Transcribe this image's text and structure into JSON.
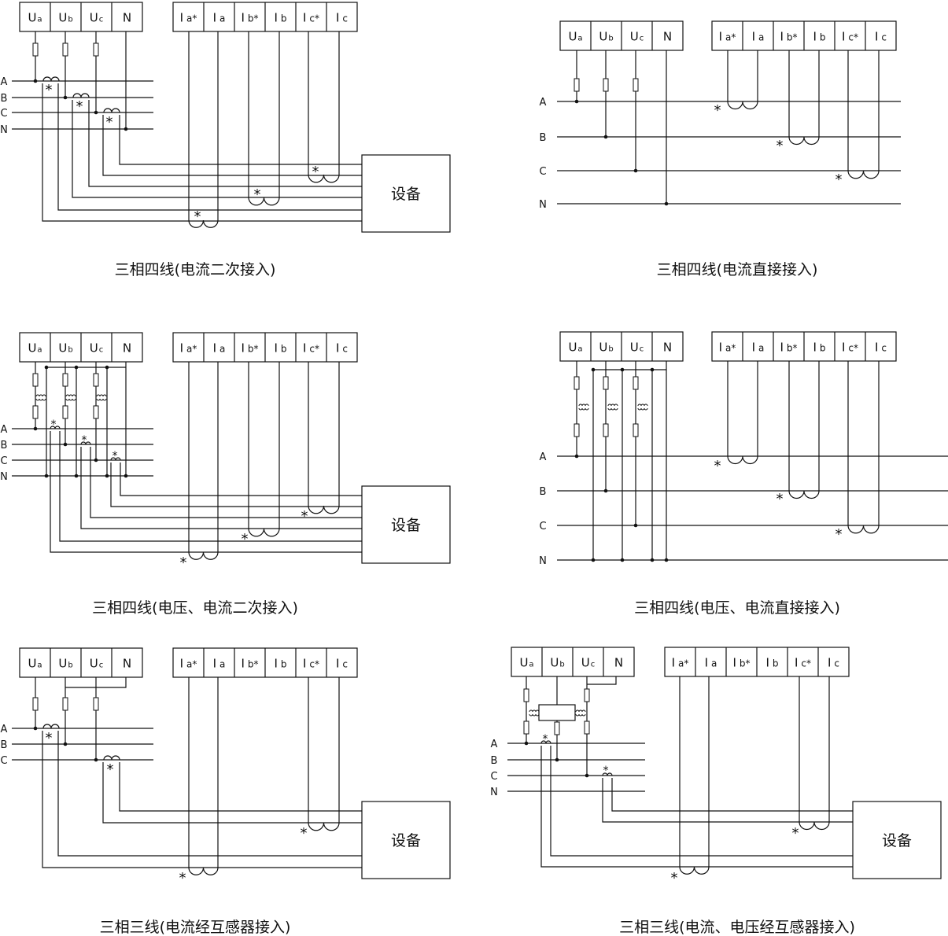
{
  "terminals": {
    "voltage": [
      "Ua",
      "Ub",
      "Uc",
      "N"
    ],
    "current": [
      "Ia*",
      "Ia",
      "Ib*",
      "Ib",
      "Ic*",
      "Ic"
    ]
  },
  "phase_labels": {
    "four_wire": [
      "A",
      "B",
      "C",
      "N"
    ],
    "three_wire": [
      "A",
      "B",
      "C"
    ]
  },
  "device_label": "设备",
  "polarity_mark": "*",
  "diagrams": [
    {
      "caption": "三相四线(电流二次接入)"
    },
    {
      "caption": "三相四线(电流直接接入)"
    },
    {
      "caption": "三相四线(电压、电流二次接入)"
    },
    {
      "caption": "三相四线(电压、电流直接接入)"
    },
    {
      "caption": "三相三线(电流经互感器接入)"
    },
    {
      "caption": "三相三线(电流、电压经互感器接入)"
    }
  ]
}
